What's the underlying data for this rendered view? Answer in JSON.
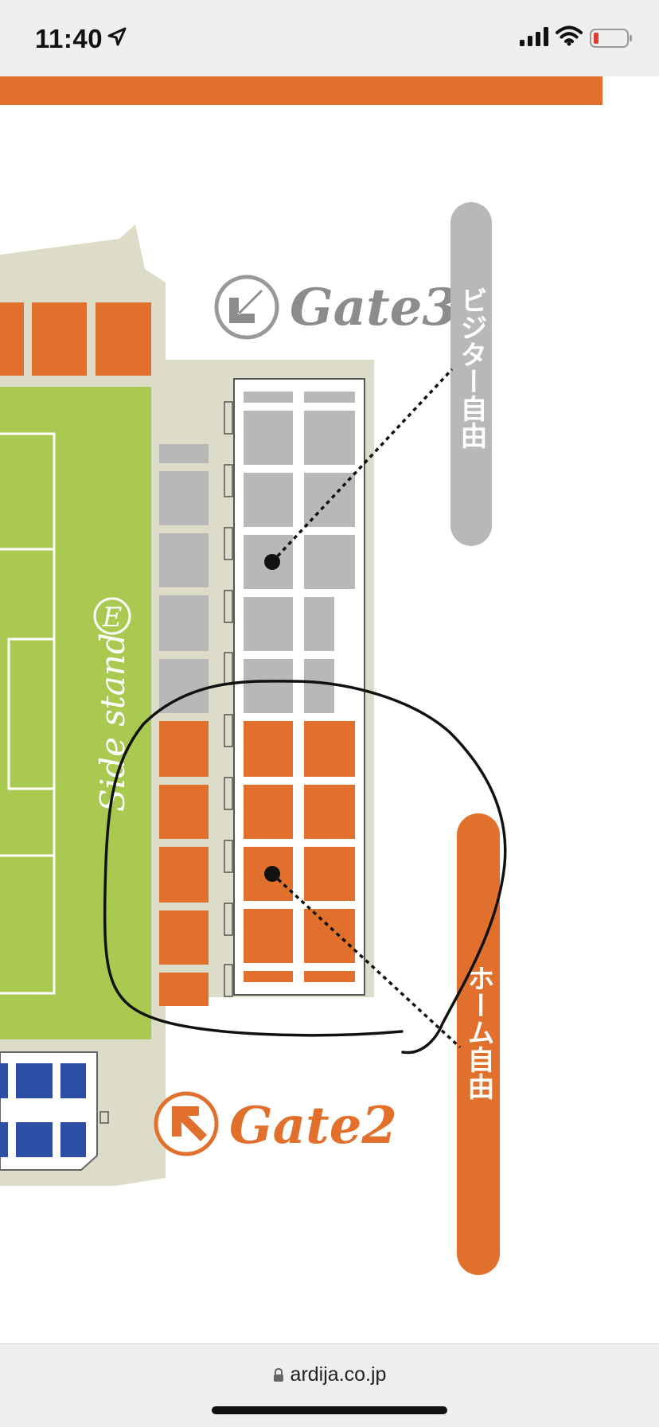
{
  "status_bar": {
    "time": "11:40",
    "location_icon": "location-arrow-icon",
    "signal_icon": "cellular-signal-icon",
    "wifi_icon": "wifi-icon",
    "battery_icon": "battery-low-icon"
  },
  "map": {
    "gate3_label": "Gate3",
    "gate2_label": "Gate2",
    "side_stand_label": "Side stand",
    "side_stand_marker": "E",
    "visitor_label": "ビジター自由",
    "home_label": "ホーム自由",
    "colors": {
      "home": "#e0702c",
      "visitor": "#b8b8b8",
      "pitch": "#a9c950",
      "outer": "#dcdcc8",
      "reserved": "#2c4fa5"
    }
  },
  "browser": {
    "url": "ardija.co.jp",
    "lock_icon": "lock-icon"
  }
}
